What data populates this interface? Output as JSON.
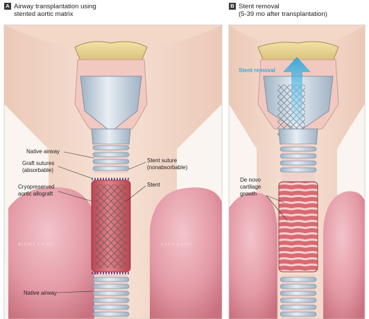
{
  "panel_a": {
    "tag": "A",
    "title_line1": "Airway transplantation using",
    "title_line2": "stented aortic matrix",
    "labels": {
      "native_airway_upper": "Native airway",
      "graft_sutures_line1": "Graft sutures",
      "graft_sutures_line2": "(absorbable)",
      "allograft_line1": "Cryopreserved",
      "allograft_line2": "aortic allograft",
      "stent_suture_line1": "Stent suture",
      "stent_suture_line2": "(nonabsorbable)",
      "stent": "Stent",
      "right_lung": "RIGHT LUNG",
      "left_lung": "LEFT LUNG",
      "native_airway_lower": "Native airway"
    }
  },
  "panel_b": {
    "tag": "B",
    "title_line1": "Stent removal",
    "title_line2": "(5-39 mo after transplantation)",
    "labels": {
      "stent_removal": "Stent removal",
      "de_novo_line1": "De novo",
      "de_novo_line2": "cartilage",
      "de_novo_line3": "growth"
    }
  },
  "colors": {
    "skin": "#f2d9c9",
    "lung": "#e8a0ab",
    "allograft": "#d9636c",
    "cartilage": "#c9d6e3",
    "arrow": "#4fb6de"
  }
}
